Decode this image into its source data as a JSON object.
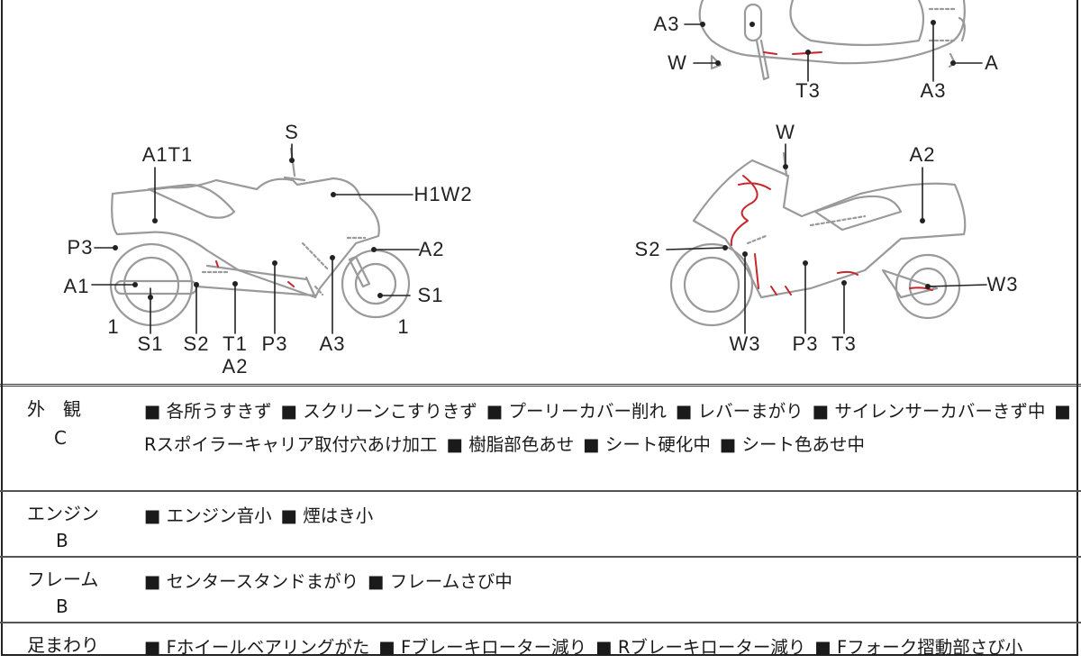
{
  "diagram": {
    "top_view": {
      "labels": [
        "A3",
        "W",
        "T3",
        "A3",
        "A"
      ]
    },
    "left_side": {
      "labels": [
        "S",
        "A1T1",
        "H1W2",
        "P3",
        "A2",
        "A1",
        "S1",
        "1",
        "1",
        "S1",
        "S2",
        "T1",
        "P3",
        "A3",
        "A2"
      ]
    },
    "right_side": {
      "labels": [
        "W",
        "A2",
        "S2",
        "W3",
        "W3",
        "P3",
        "T3"
      ]
    },
    "colors": {
      "line": "#9a9a9a",
      "damage": "#c8262b",
      "label": "#222222"
    }
  },
  "sections": [
    {
      "category": "外　観",
      "grade": "C",
      "items": [
        "各所うすきず",
        "スクリーンこすりきず",
        "プーリーカバー削れ",
        "レバーまがり",
        "サイレンサーカバーきず中",
        "Rスポイラーキャリア取付穴あけ加工",
        "樹脂部色あせ",
        "シート硬化中",
        "シート色あせ中"
      ]
    },
    {
      "category": "エンジン",
      "grade": "B",
      "items": [
        "エンジン音小",
        "煙はき小"
      ]
    },
    {
      "category": "フレーム",
      "grade": "B",
      "items": [
        "センタースタンドまがり",
        "フレームさび中"
      ]
    },
    {
      "category": "足まわり",
      "grade": "",
      "items": [
        "Fホイールベアリングがた",
        "Fブレーキローター減り",
        "Rブレーキローター減り",
        "Fフォーク摺動部さび小"
      ]
    }
  ]
}
